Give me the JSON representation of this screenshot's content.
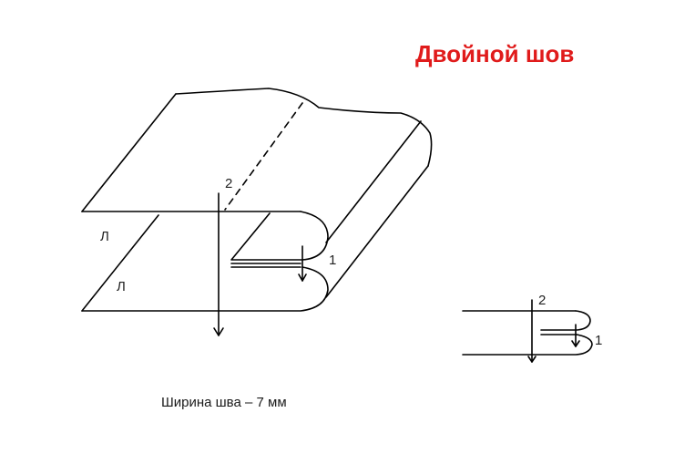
{
  "title": "Двойной шов",
  "caption": "Ширина шва – 7 мм",
  "labels": {
    "layer_top": "Л",
    "layer_bottom": "Л",
    "stitch_2_main": "2",
    "stitch_1_main": "1",
    "stitch_2_small": "2",
    "stitch_1_small": "1"
  },
  "colors": {
    "title": "#e01b1b",
    "lines": "#000000"
  }
}
